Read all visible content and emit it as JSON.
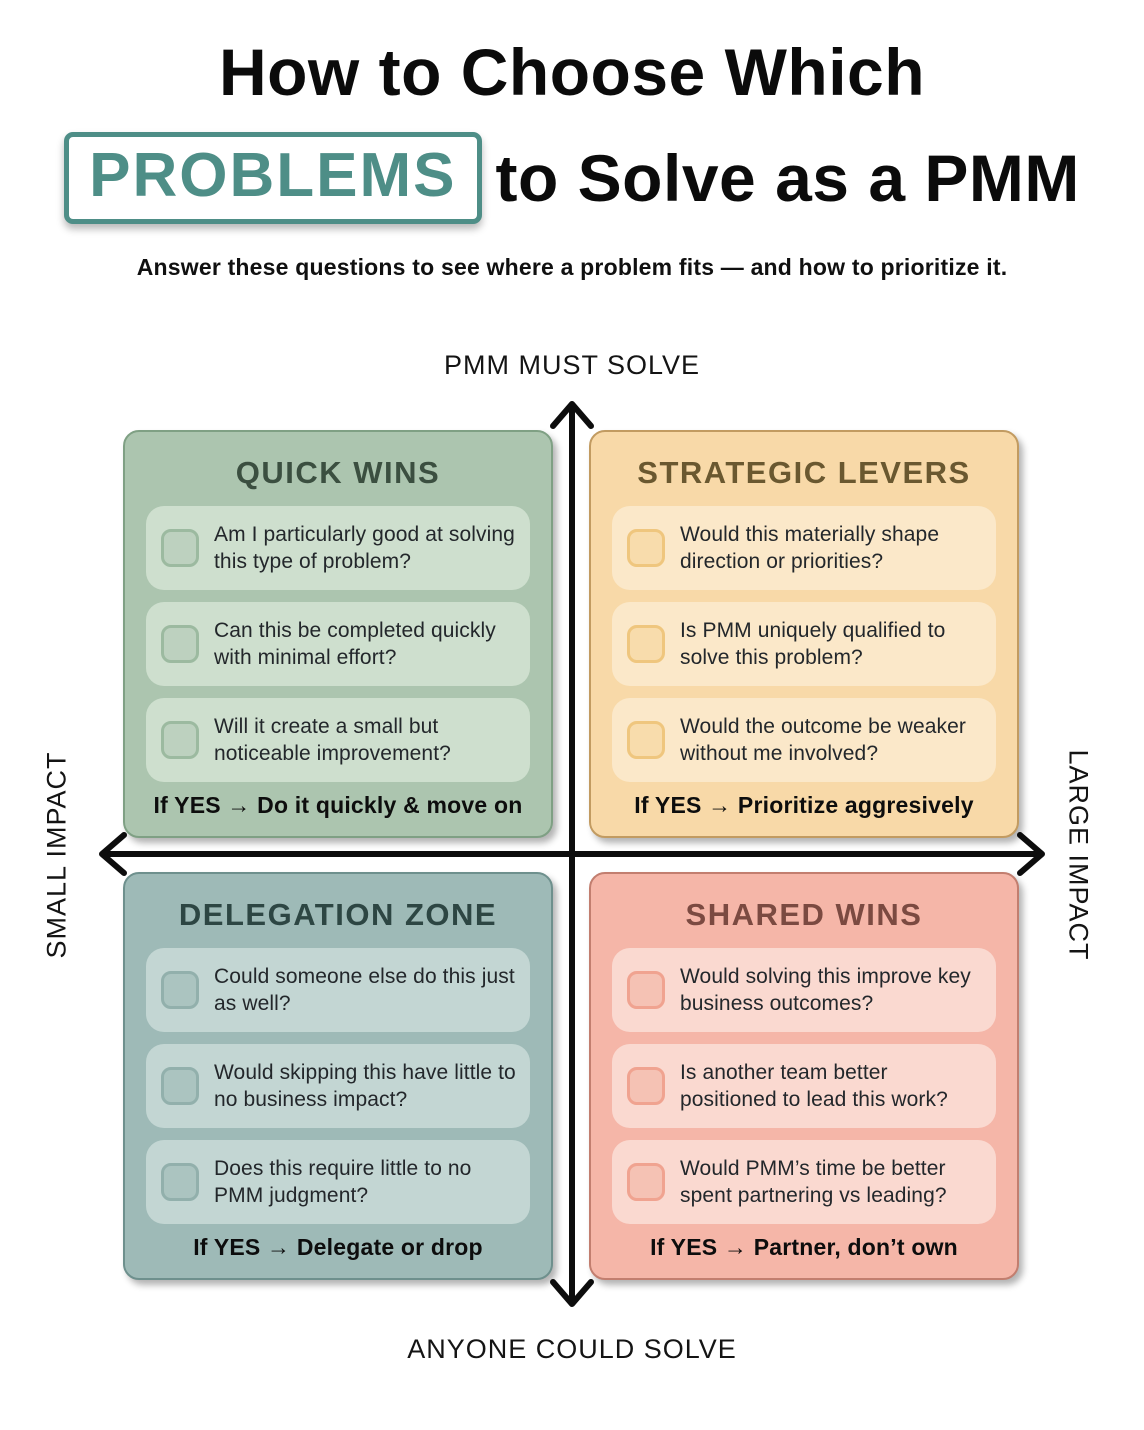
{
  "header": {
    "title_line1": "How to Choose Which",
    "title_highlight": "PROBLEMS",
    "title_line2_rest": "to Solve as a PMM",
    "subtitle": "Answer these questions to see where a problem fits — and how to prioritize it."
  },
  "axes": {
    "top": "PMM MUST SOLVE",
    "bottom": "ANYONE COULD SOLVE",
    "left": "SMALL IMPACT",
    "right": "LARGE IMPACT"
  },
  "colors": {
    "accent_teal": "#4E8E87",
    "axis": "#0D0D0D",
    "quick_wins_bg": "#ACC5AF",
    "strategic_levers_bg": "#F8D9A8",
    "delegation_zone_bg": "#9EBAB7",
    "shared_wins_bg": "#F5B6A8"
  },
  "quadrants": [
    {
      "id": "quick-wins",
      "title": "QUICK WINS",
      "items": [
        "Am I particularly good at solving this type of problem?",
        "Can this be completed quickly with minimal effort?",
        "Will it create a small but noticeable improvement?"
      ],
      "footer": "If YES → Do it quickly & move on"
    },
    {
      "id": "strategic-levers",
      "title": "STRATEGIC LEVERS",
      "items": [
        "Would this materially shape direction or priorities?",
        "Is PMM uniquely qualified to solve this problem?",
        "Would the outcome be weaker without me involved?"
      ],
      "footer": "If YES → Prioritize aggresively"
    },
    {
      "id": "delegation-zone",
      "title": "DELEGATION ZONE",
      "items": [
        "Could someone else do this just as well?",
        "Would skipping this have little to no business impact?",
        "Does this require little to no PMM judgment?"
      ],
      "footer": "If YES → Delegate or drop"
    },
    {
      "id": "shared-wins",
      "title": "SHARED WINS",
      "items": [
        "Would solving this improve key business outcomes?",
        "Is another team better positioned to lead this work?",
        "Would PMM’s time be better spent partnering vs leading?"
      ],
      "footer": "If YES → Partner, don’t own"
    }
  ]
}
